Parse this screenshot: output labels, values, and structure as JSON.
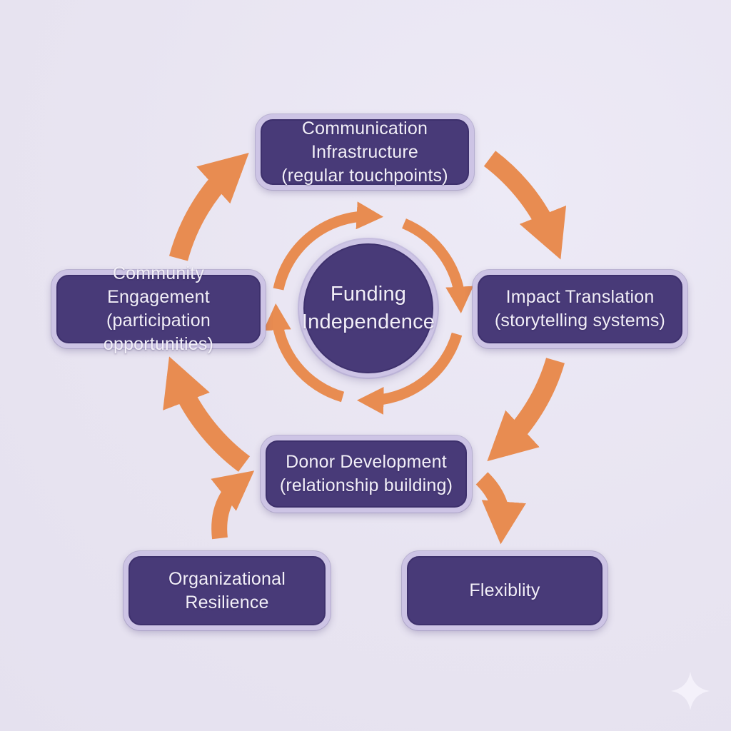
{
  "theme": {
    "background": "#e8e4f1",
    "node_fill": "#483a78",
    "node_border": "#cdc4e5",
    "arrow": "#e88c51",
    "text": "#f2eff8",
    "sparkle": "#f4f1fa"
  },
  "center": {
    "label": "Funding Independence"
  },
  "nodes": [
    {
      "label": "Communication Infrastructure",
      "sublabel": "(regular touchpoints)"
    },
    {
      "label": "Impact Translation",
      "sublabel": "(storytelling systems)"
    },
    {
      "label": "Donor Development",
      "sublabel": "(relationship building)"
    },
    {
      "label": "Community Engagement",
      "sublabel": "(participation opportunities)"
    },
    {
      "label": "Organizational Resilience",
      "sublabel": ""
    },
    {
      "label": "Flexiblity",
      "sublabel": ""
    }
  ],
  "edges": [
    {
      "from": "Community Engagement",
      "to": "Communication Infrastructure"
    },
    {
      "from": "Communication Infrastructure",
      "to": "Impact Translation"
    },
    {
      "from": "Impact Translation",
      "to": "Donor Development"
    },
    {
      "from": "Donor Development",
      "to": "Community Engagement"
    },
    {
      "from": "Organizational Resilience",
      "to": "Donor Development"
    },
    {
      "from": "Donor Development",
      "to": "Flexiblity"
    },
    {
      "from": "Funding Independence cycle",
      "to": "clockwise ring of four arcs around center circle"
    }
  ],
  "icons": {
    "sparkle": "four-point-star-icon"
  }
}
